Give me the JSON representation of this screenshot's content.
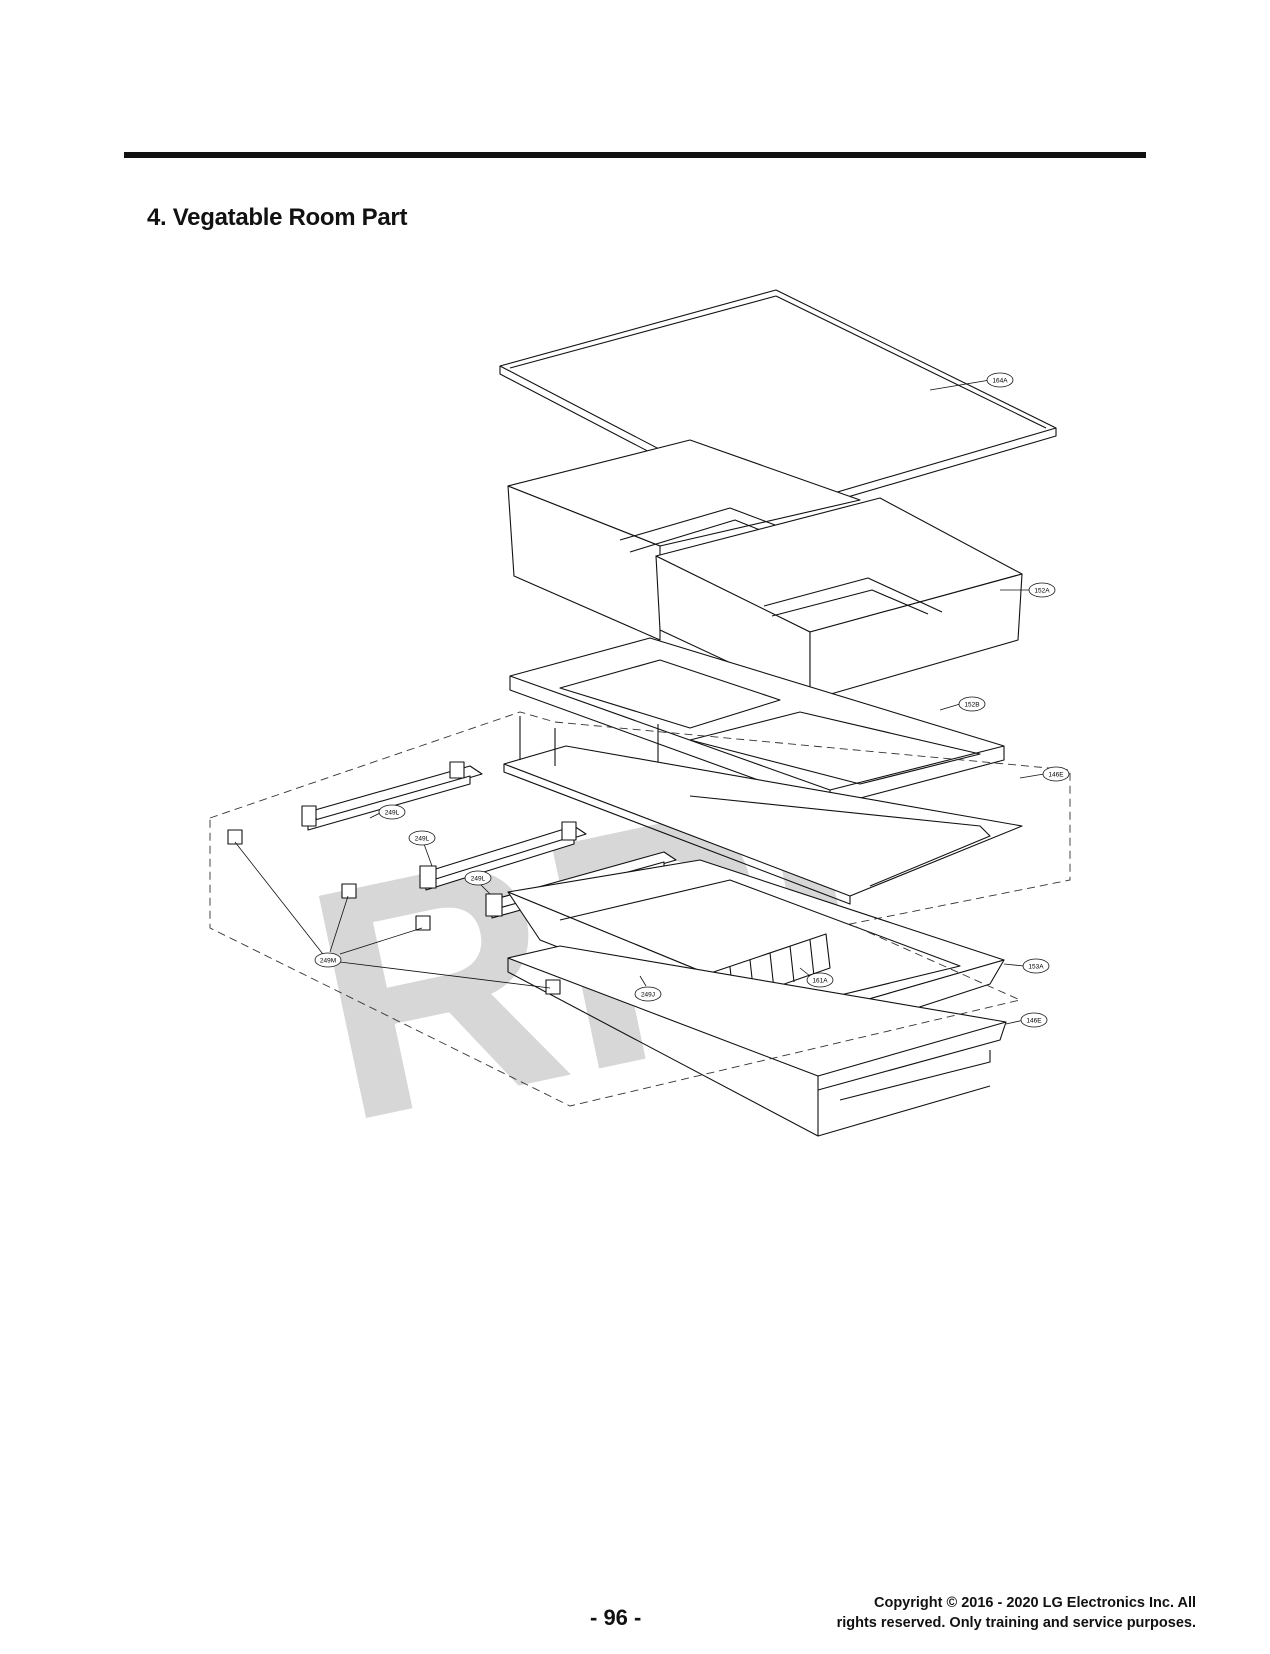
{
  "section": {
    "title": "4. Vegatable Room Part"
  },
  "watermark": {
    "text": "RPI",
    "color": "#d7d7d7"
  },
  "callouts": [
    {
      "id": "c-164a",
      "label": "164A"
    },
    {
      "id": "c-152a",
      "label": "152A"
    },
    {
      "id": "c-152b",
      "label": "152B"
    },
    {
      "id": "c-146e-top",
      "label": "146E"
    },
    {
      "id": "c-249l-1",
      "label": "249L"
    },
    {
      "id": "c-249l-2",
      "label": "249L"
    },
    {
      "id": "c-249l-3",
      "label": "249L"
    },
    {
      "id": "c-249m",
      "label": "249M"
    },
    {
      "id": "c-249j",
      "label": "249J"
    },
    {
      "id": "c-161a",
      "label": "161A"
    },
    {
      "id": "c-153a",
      "label": "153A"
    },
    {
      "id": "c-146e-bottom",
      "label": "146E"
    }
  ],
  "footer": {
    "page_number": "- 96 -",
    "copyright_line1": "Copyright © 2016 - 2020 LG Electronics Inc. All",
    "copyright_line2": "rights reserved. Only training and service purposes."
  }
}
